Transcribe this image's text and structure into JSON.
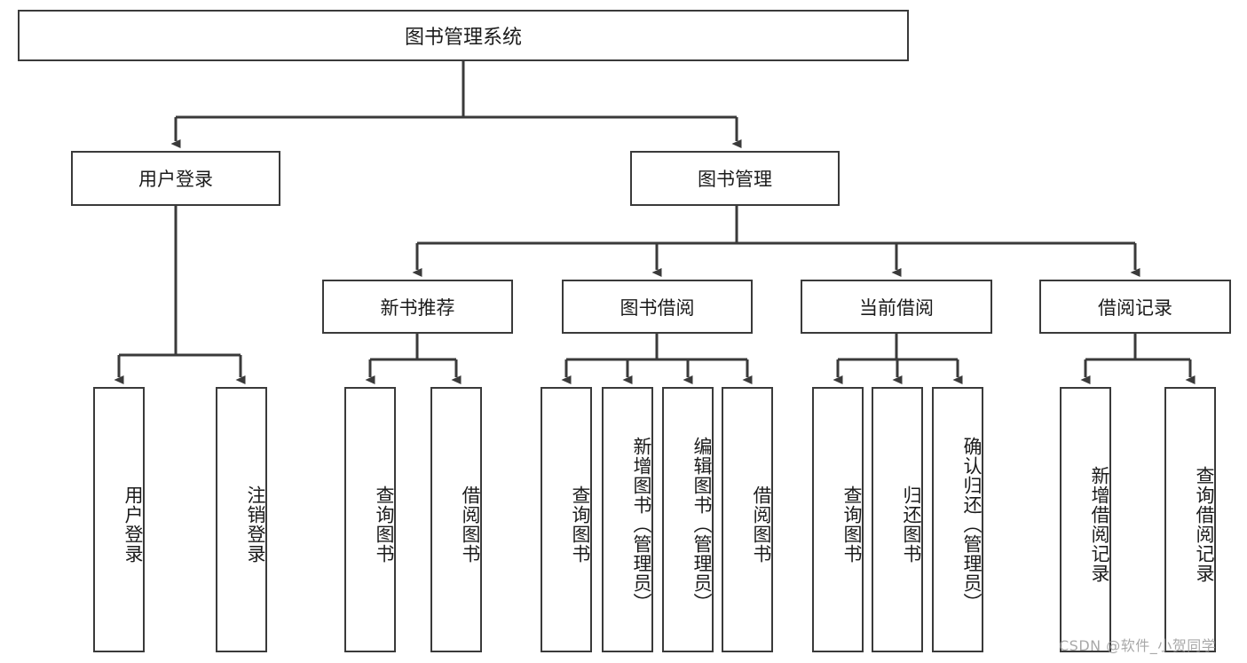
{
  "diagram": {
    "title": "图书管理系统",
    "type": "tree",
    "root": {
      "label": "图书管理系统"
    },
    "level2": [
      {
        "id": "user-login",
        "label": "用户登录"
      },
      {
        "id": "book-manage",
        "label": "图书管理"
      }
    ],
    "level3": [
      {
        "id": "new-book-recommend",
        "label": "新书推荐",
        "parent": "book-manage"
      },
      {
        "id": "book-borrow",
        "label": "图书借阅",
        "parent": "book-manage"
      },
      {
        "id": "current-borrow",
        "label": "当前借阅",
        "parent": "book-manage"
      },
      {
        "id": "borrow-record",
        "label": "借阅记录",
        "parent": "book-manage"
      }
    ],
    "leaves": {
      "user-login": [
        {
          "id": "leaf-user-login",
          "label": "用户登录"
        },
        {
          "id": "leaf-user-logout",
          "label": "注销登录"
        }
      ],
      "new-book-recommend": [
        {
          "id": "leaf-query-book-1",
          "label": "查询图书"
        },
        {
          "id": "leaf-borrow-book-1",
          "label": "借阅图书"
        }
      ],
      "book-borrow": [
        {
          "id": "leaf-query-book-2",
          "label": "查询图书"
        },
        {
          "id": "leaf-add-book",
          "label": "新增图书（管理员）"
        },
        {
          "id": "leaf-edit-book",
          "label": "编辑图书（管理员）"
        },
        {
          "id": "leaf-borrow-book-2",
          "label": "借阅图书"
        }
      ],
      "current-borrow": [
        {
          "id": "leaf-query-book-3",
          "label": "查询图书"
        },
        {
          "id": "leaf-return-book",
          "label": "归还图书"
        },
        {
          "id": "leaf-confirm-return",
          "label": "确认归还（管理员）"
        }
      ],
      "borrow-record": [
        {
          "id": "leaf-add-record",
          "label": "新增借阅记录"
        },
        {
          "id": "leaf-query-record",
          "label": "查询借阅记录"
        }
      ]
    }
  },
  "watermark": {
    "text": "CSDN @软件_小贺同学"
  },
  "colors": {
    "stroke": "#3a3a3a",
    "fill": "#ffffff",
    "text": "#1b1b1b",
    "watermark": "#9a9a9a"
  }
}
